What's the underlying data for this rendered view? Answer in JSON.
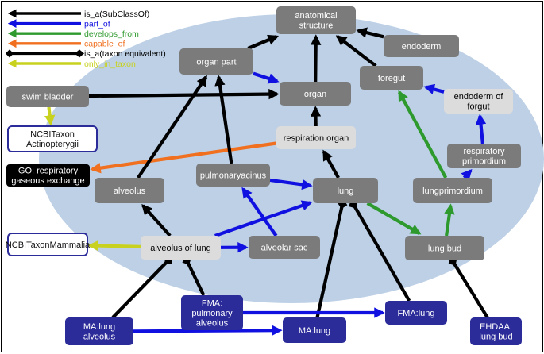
{
  "colors": {
    "is_a": "#000000",
    "part_of": "#1010e0",
    "develops_from": "#2e9a2e",
    "capable_of": "#f07020",
    "is_a_taxon_equivalent": "#000000",
    "only_in_taxon": "#c8d21e",
    "grey_node": "#7b7b7b",
    "light_node": "#dcdcdc",
    "blue_node": "#2b2b9a",
    "ellipse": "#bdd0e6"
  },
  "legend": [
    {
      "id": "is_a",
      "label": "is_a(SubClassOf)",
      "head": "arrow"
    },
    {
      "id": "part_of",
      "label": "part_of",
      "head": "arrow"
    },
    {
      "id": "develops_from",
      "label": "develops_from",
      "head": "arrow"
    },
    {
      "id": "capable_of",
      "label": "capable_of",
      "head": "arrow"
    },
    {
      "id": "is_a_taxon_equivalent",
      "label": "is_a(taxon equivalent)",
      "head": "diamond"
    },
    {
      "id": "only_in_taxon",
      "label": "only_in_taxon",
      "head": "arrow"
    }
  ],
  "nodes": [
    {
      "id": "anatomical_structure",
      "label": [
        "anatomical",
        "structure"
      ],
      "style": "grey"
    },
    {
      "id": "endoderm",
      "label": [
        "endoderm"
      ],
      "style": "grey"
    },
    {
      "id": "organ_part",
      "label": [
        "organ part"
      ],
      "style": "grey"
    },
    {
      "id": "foregut",
      "label": [
        "foregut"
      ],
      "style": "grey"
    },
    {
      "id": "endoderm_of_forgut",
      "label": [
        "endoderm of",
        "forgut"
      ],
      "style": "light"
    },
    {
      "id": "swim_bladder",
      "label": [
        "swim bladder"
      ],
      "style": "grey"
    },
    {
      "id": "organ",
      "label": [
        "organ"
      ],
      "style": "grey"
    },
    {
      "id": "ncbi_actinopterygii",
      "label": [
        "NCBITaxon",
        "Actinopterygii"
      ],
      "style": "taxon"
    },
    {
      "id": "respiration_organ",
      "label": [
        "respiration organ"
      ],
      "style": "light"
    },
    {
      "id": "respiratory_primordium",
      "label": [
        "respiratory",
        "primordium"
      ],
      "style": "grey"
    },
    {
      "id": "go_respiratory",
      "label": [
        "GO: respiratory",
        "gaseous exchange"
      ],
      "style": "black"
    },
    {
      "id": "pulmonaryacinus",
      "label": [
        "pulmonaryacinus"
      ],
      "style": "grey"
    },
    {
      "id": "alveolus",
      "label": [
        "alveolus"
      ],
      "style": "grey"
    },
    {
      "id": "lung",
      "label": [
        "lung"
      ],
      "style": "grey"
    },
    {
      "id": "lungprimordium",
      "label": [
        "lungprimordium"
      ],
      "style": "grey"
    },
    {
      "id": "ncbi_mammalia",
      "label": [
        "NCBITaxonMammalia"
      ],
      "style": "taxon"
    },
    {
      "id": "alveolus_of_lung",
      "label": [
        "alveolus of lung"
      ],
      "style": "light"
    },
    {
      "id": "alveolar_sac",
      "label": [
        "alveolar sac"
      ],
      "style": "grey"
    },
    {
      "id": "lung_bud",
      "label": [
        "lung bud"
      ],
      "style": "grey"
    },
    {
      "id": "fma_pulmonary_alveolus",
      "label": [
        "FMA:",
        "pulmonary",
        "alveolus"
      ],
      "style": "blue"
    },
    {
      "id": "fma_lung",
      "label": [
        "FMA:lung"
      ],
      "style": "blue"
    },
    {
      "id": "ma_lung_alveolus",
      "label": [
        "MA:lung",
        "alveolus"
      ],
      "style": "blue"
    },
    {
      "id": "ma_lung",
      "label": [
        "MA:lung"
      ],
      "style": "blue"
    },
    {
      "id": "ehdaa_lung_bud",
      "label": [
        "EHDAA:",
        "lung bud"
      ],
      "style": "blue"
    }
  ],
  "edges": [
    {
      "from": "organ_part",
      "to": "anatomical_structure",
      "rel": "is_a"
    },
    {
      "from": "organ",
      "to": "anatomical_structure",
      "rel": "is_a"
    },
    {
      "from": "endoderm",
      "to": "anatomical_structure",
      "rel": "is_a"
    },
    {
      "from": "foregut",
      "to": "anatomical_structure",
      "rel": "is_a"
    },
    {
      "from": "organ_part",
      "to": "organ",
      "rel": "part_of"
    },
    {
      "from": "swim_bladder",
      "to": "organ",
      "rel": "is_a"
    },
    {
      "from": "swim_bladder",
      "to": "ncbi_actinopterygii",
      "rel": "only_in_taxon"
    },
    {
      "from": "respiration_organ",
      "to": "organ",
      "rel": "is_a"
    },
    {
      "from": "respiration_organ",
      "to": "go_respiratory",
      "rel": "capable_of"
    },
    {
      "from": "endoderm_of_forgut",
      "to": "foregut",
      "rel": "part_of"
    },
    {
      "from": "respiratory_primordium",
      "to": "endoderm_of_forgut",
      "rel": "part_of"
    },
    {
      "from": "lungprimordium",
      "to": "respiratory_primordium",
      "rel": "part_of"
    },
    {
      "from": "lungprimordium",
      "to": "foregut",
      "rel": "develops_from"
    },
    {
      "from": "lung_bud",
      "to": "lungprimordium",
      "rel": "develops_from"
    },
    {
      "from": "lung",
      "to": "lung_bud",
      "rel": "develops_from"
    },
    {
      "from": "lung",
      "to": "respiration_organ",
      "rel": "is_a"
    },
    {
      "from": "pulmonaryacinus",
      "to": "organ_part",
      "rel": "is_a"
    },
    {
      "from": "pulmonaryacinus",
      "to": "lung",
      "rel": "part_of"
    },
    {
      "from": "alveolus",
      "to": "organ_part",
      "rel": "is_a"
    },
    {
      "from": "alveolus_of_lung",
      "to": "alveolus",
      "rel": "is_a"
    },
    {
      "from": "alveolus_of_lung",
      "to": "lung",
      "rel": "part_of"
    },
    {
      "from": "alveolus_of_lung",
      "to": "alveolar_sac",
      "rel": "part_of"
    },
    {
      "from": "alveolus_of_lung",
      "to": "ncbi_mammalia",
      "rel": "only_in_taxon"
    },
    {
      "from": "alveolar_sac",
      "to": "pulmonaryacinus",
      "rel": "part_of"
    },
    {
      "from": "ma_lung_alveolus",
      "to": "alveolus_of_lung",
      "rel": "is_a_taxon_equivalent"
    },
    {
      "from": "fma_pulmonary_alveolus",
      "to": "alveolus_of_lung",
      "rel": "is_a_taxon_equivalent"
    },
    {
      "from": "ma_lung",
      "to": "lung",
      "rel": "is_a_taxon_equivalent"
    },
    {
      "from": "fma_lung",
      "to": "lung",
      "rel": "is_a_taxon_equivalent"
    },
    {
      "from": "ehdaa_lung_bud",
      "to": "lung_bud",
      "rel": "is_a_taxon_equivalent"
    },
    {
      "from": "ma_lung_alveolus",
      "to": "ma_lung",
      "rel": "part_of"
    },
    {
      "from": "fma_pulmonary_alveolus",
      "to": "fma_lung",
      "rel": "part_of"
    }
  ]
}
